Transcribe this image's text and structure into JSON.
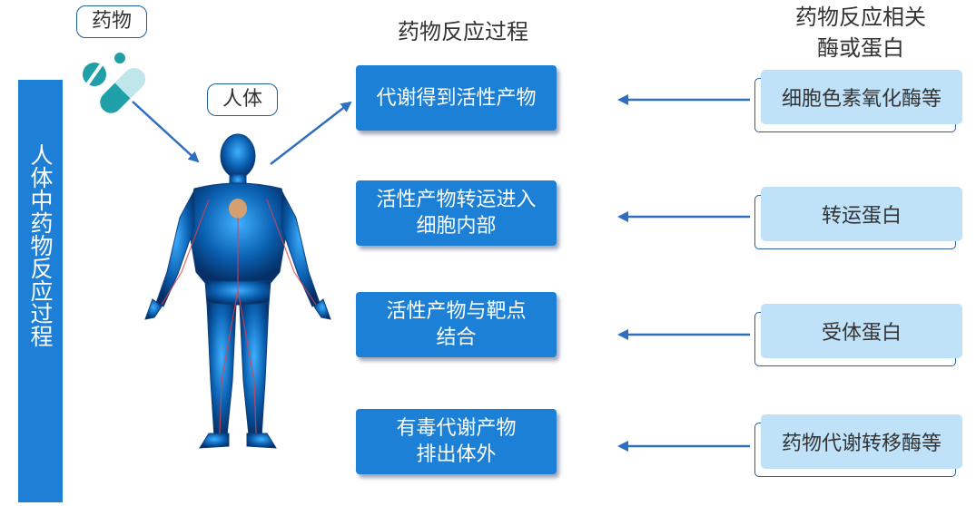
{
  "side_title": "人体中药物反应过程",
  "drug_label": "药物",
  "body_label": "人体",
  "process_heading": "药物反应过程",
  "enzyme_heading_line1": "药物反应相关",
  "enzyme_heading_line2": "酶或蛋白",
  "steps": [
    {
      "line1": "代谢得到活性产物",
      "line2": ""
    },
    {
      "line1": "活性产物转运进入",
      "line2": "细胞内部"
    },
    {
      "line1": "活性产物与靶点",
      "line2": "结合"
    },
    {
      "line1": "有毒代谢产物",
      "line2": "排出体外"
    }
  ],
  "enzymes": [
    "细胞色素氧化酶等",
    "转运蛋白",
    "受体蛋白",
    "药物代谢转移酶等"
  ],
  "colors": {
    "accent": "#1b80d6",
    "light_box": "#bfe2f8",
    "arrow": "#2f6fc0",
    "pill_teal": "#1f9fa8"
  }
}
